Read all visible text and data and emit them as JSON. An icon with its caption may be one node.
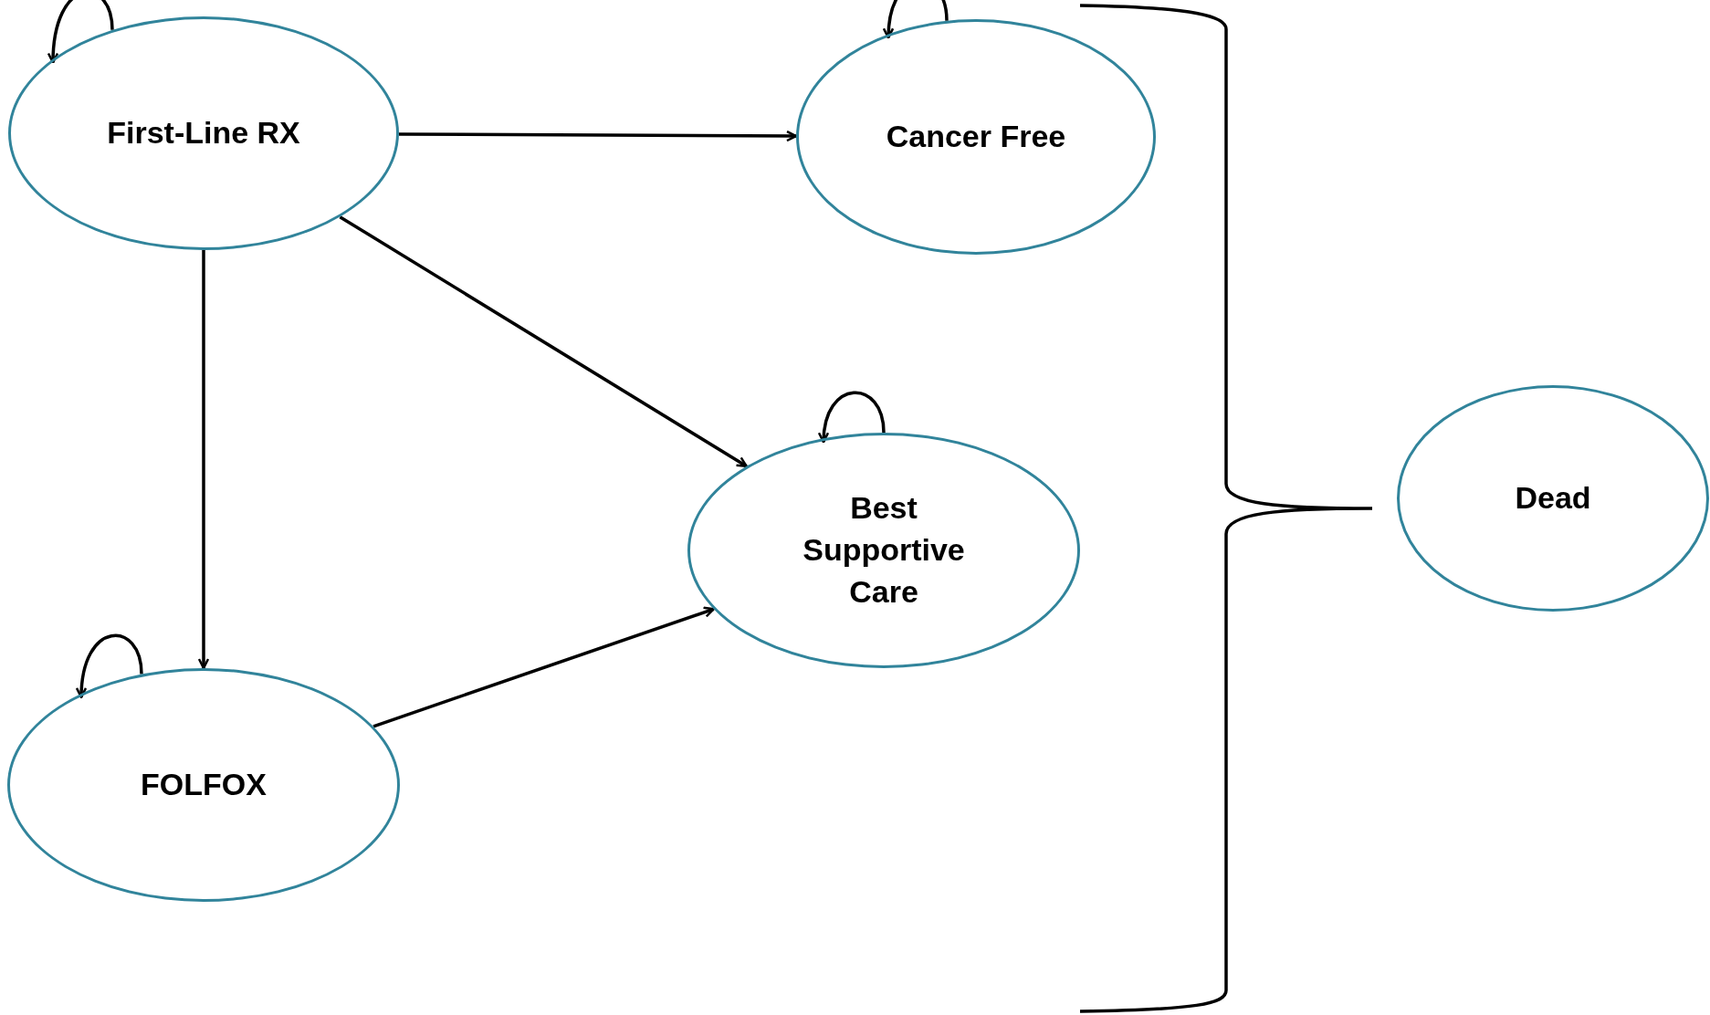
{
  "diagram": {
    "nodes": [
      {
        "text": [
          "First-Line RX"
        ]
      },
      {
        "text": [
          "Cancer Free"
        ]
      },
      {
        "text": [
          "Best Supportive Care"
        ]
      },
      {
        "text": [
          "FOLFOX"
        ]
      },
      {
        "text": [
          "Dead"
        ]
      }
    ],
    "edges": [
      {
        "from": 0,
        "to": 0,
        "arrow": "to"
      },
      {
        "from": 1,
        "to": 1,
        "arrow": "to"
      },
      {
        "from": 0,
        "to": 1,
        "arrow": "to"
      },
      {
        "from": 0,
        "to": 2,
        "arrow": "to"
      },
      {
        "from": 2,
        "to": 2,
        "arrow": "to"
      },
      {
        "from": 0,
        "to": 3,
        "arrow": "to"
      },
      {
        "from": 3,
        "to": 3,
        "arrow": "to"
      },
      {
        "from": 3,
        "to": 2,
        "arrow": "to"
      }
    ]
  }
}
